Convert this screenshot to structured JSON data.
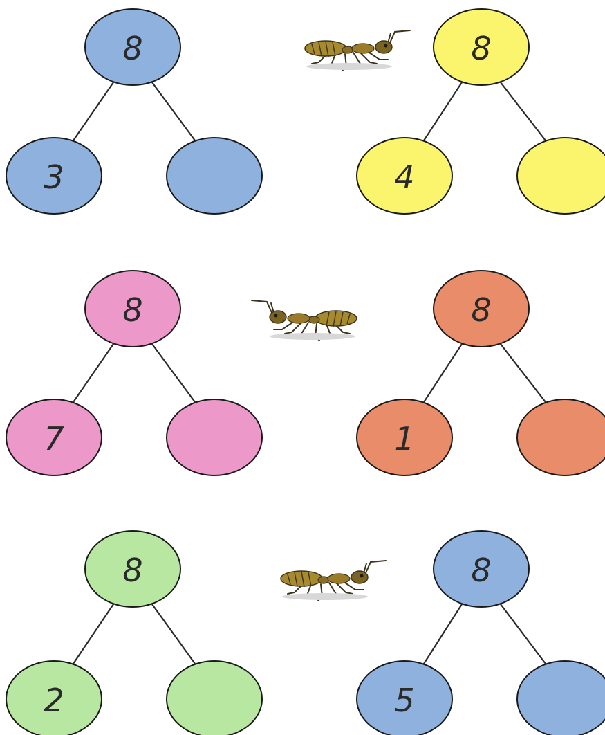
{
  "colors": {
    "blue": "#8fb1de",
    "yellow": "#fbf56e",
    "pink": "#ec98c9",
    "orange": "#e98c6a",
    "green": "#b8e7a2",
    "outline": "#1a1a1a"
  },
  "bonds": [
    {
      "id": "bond-1",
      "color": "#8fb1de",
      "whole": "8",
      "part_left": "3",
      "part_right": ""
    },
    {
      "id": "bond-2",
      "color": "#fbf56e",
      "whole": "8",
      "part_left": "4",
      "part_right": ""
    },
    {
      "id": "bond-3",
      "color": "#ec98c9",
      "whole": "8",
      "part_left": "7",
      "part_right": ""
    },
    {
      "id": "bond-4",
      "color": "#e98c6a",
      "whole": "8",
      "part_left": "1",
      "part_right": ""
    },
    {
      "id": "bond-5",
      "color": "#b8e7a2",
      "whole": "8",
      "part_left": "2",
      "part_right": ""
    },
    {
      "id": "bond-6",
      "color": "#8fb1de",
      "whole": "8",
      "part_left": "5",
      "part_right": ""
    }
  ],
  "decorations": [
    "ant-icon",
    "ant-icon",
    "ant-icon"
  ]
}
